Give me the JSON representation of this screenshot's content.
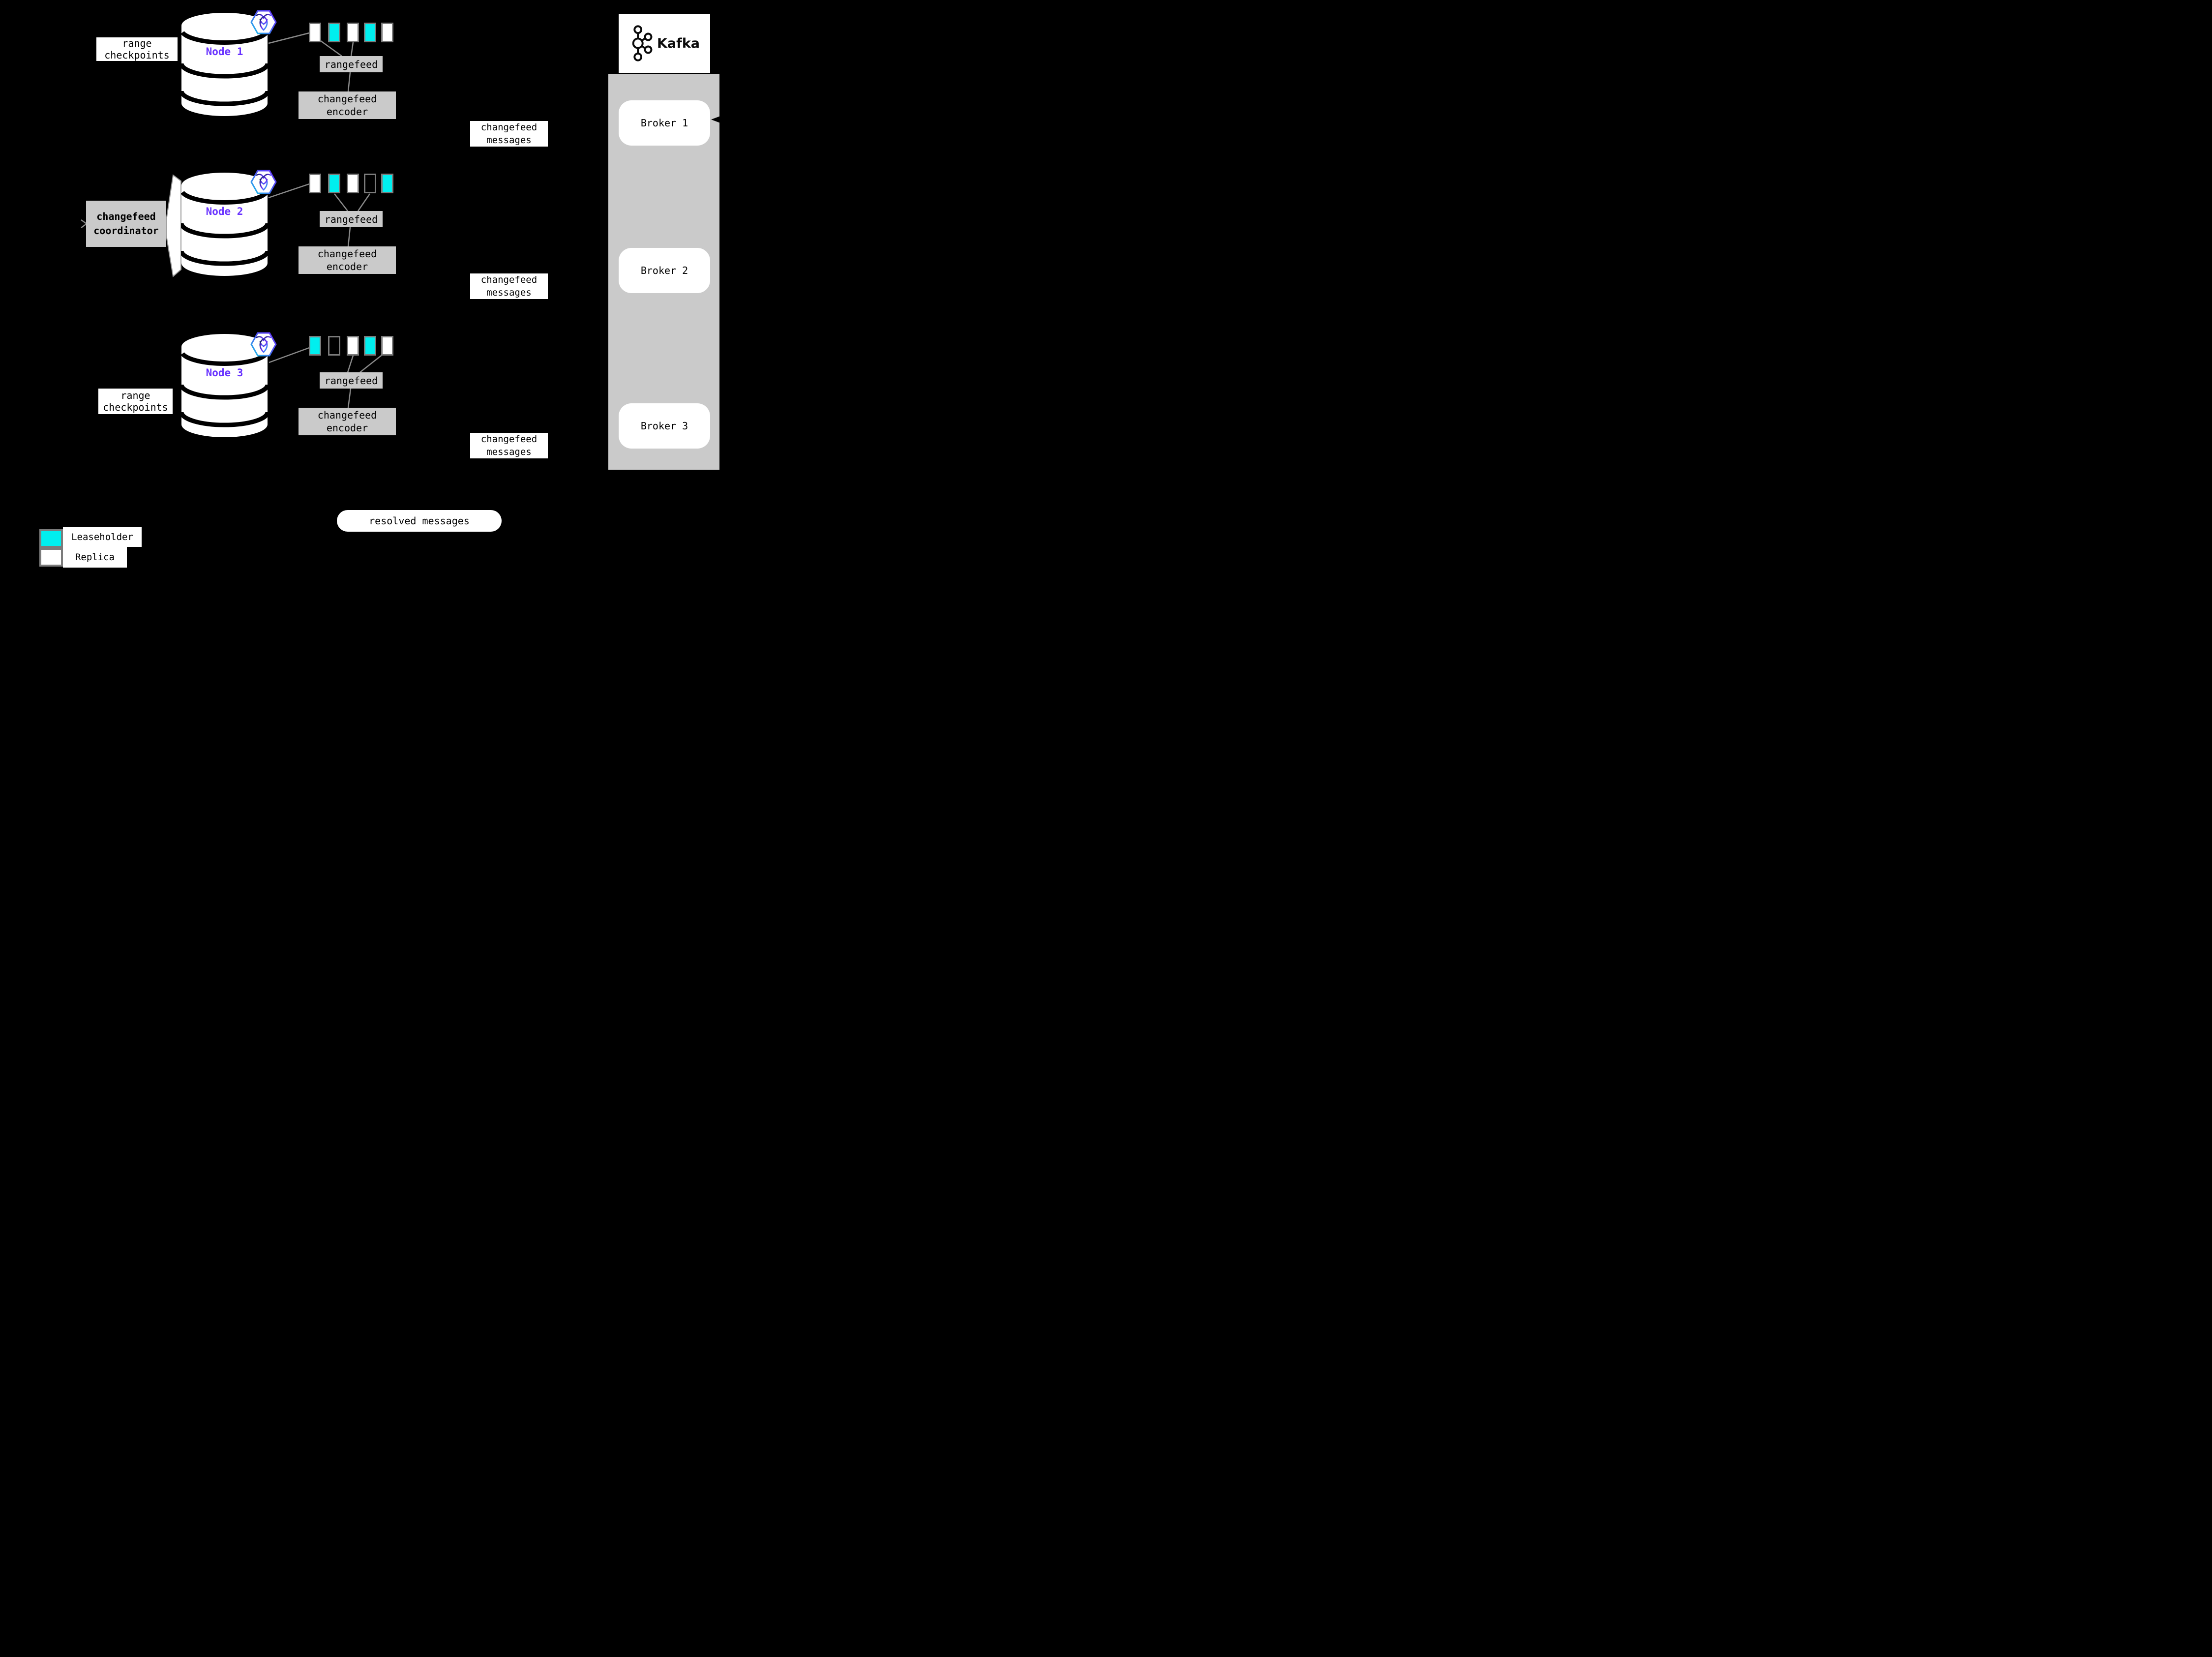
{
  "colors": {
    "background": "#000000",
    "panel_gray": "#cacaca",
    "border_gray": "#7b7b7b",
    "line_gray": "#8a8a8a",
    "leaseholder": "#00efef",
    "replica": "#ffffff",
    "node_label": "#6933ff"
  },
  "labels": {
    "range_checkpoints": [
      "range",
      "checkpoints"
    ],
    "rangefeed": "rangefeed",
    "changefeed_encoder": [
      "changefeed",
      "encoder"
    ],
    "changefeed_messages": [
      "changefeed",
      "messages"
    ],
    "changefeed_coordinator": [
      "changefeed",
      "coordinator"
    ],
    "resolved_messages": "resolved messages"
  },
  "nodes": [
    {
      "name": "Node 1",
      "ranges": [
        "replica",
        "leaseholder",
        "replica",
        "leaseholder",
        "replica"
      ]
    },
    {
      "name": "Node 2",
      "ranges": [
        "replica",
        "leaseholder",
        "replica",
        "empty",
        "leaseholder"
      ]
    },
    {
      "name": "Node 3",
      "ranges": [
        "leaseholder",
        "empty",
        "replica",
        "leaseholder",
        "replica"
      ]
    }
  ],
  "kafka": {
    "title": "Kafka",
    "brokers": [
      {
        "label": "Broker 1"
      },
      {
        "label": "Broker 2"
      },
      {
        "label": "Broker 3"
      }
    ]
  },
  "legend": [
    {
      "type": "leaseholder",
      "label": "Leaseholder"
    },
    {
      "type": "replica",
      "label": "Replica"
    }
  ]
}
